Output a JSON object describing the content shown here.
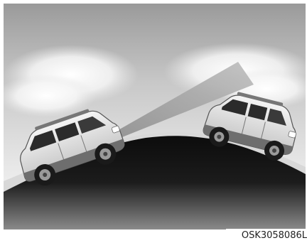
{
  "figure": {
    "code": "OSK3058086L",
    "scene": {
      "front_car": "suv-icon",
      "rear_car": "suv-icon",
      "beam": "headlight-beam",
      "hill": "hill-crest"
    }
  }
}
